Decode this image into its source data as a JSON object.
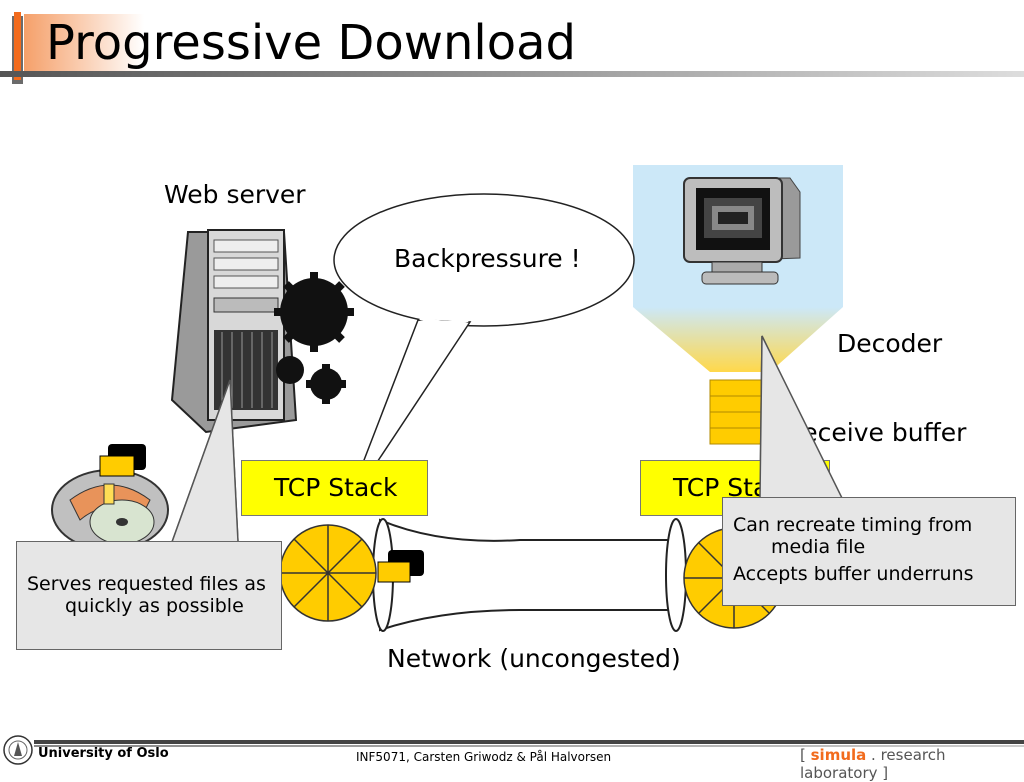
{
  "slide": {
    "title": "Progressive Download"
  },
  "labels": {
    "web_server": "Web server",
    "decoder": "Decoder",
    "receive_buffer": "Receive buffer",
    "tcp_stack_left": "TCP Stack",
    "tcp_stack_right": "TCP Stack",
    "network": "Network (uncongested)",
    "backpressure": "Backpressure !"
  },
  "callouts": {
    "server": {
      "line1": "Serves requested files as",
      "line2": "quickly as possible"
    },
    "client": {
      "item1_line1": "Can recreate timing from",
      "item1_line2": "media file",
      "item2": "Accepts buffer underruns"
    }
  },
  "footer": {
    "university": "University of Oslo",
    "credit": "INF5071, Carsten Griwodz & Pål Halvorsen",
    "lab_prefix": "[ ",
    "lab_accent": "simula",
    "lab_rest": " . research laboratory ]"
  },
  "colors": {
    "accent": "#f26b1d",
    "tcp_box": "#ffff00",
    "buffer": "#ffcc00",
    "callout_bg": "#e6e6e6",
    "monitor_glow": "#cce8f8"
  }
}
